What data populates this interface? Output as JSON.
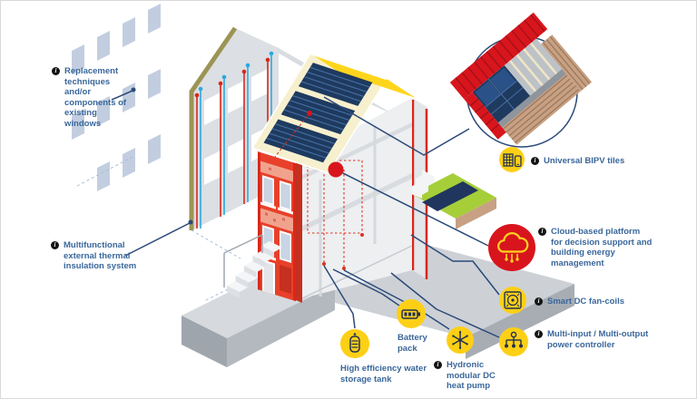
{
  "page": {
    "description": "Isometric building-renovation energy system infographic",
    "background": "#ffffff",
    "border": "#d9d9d9"
  },
  "palette": {
    "label_text": "#3A679B",
    "connector_navy": "#2B4A78",
    "accent_red": "#D8151D",
    "accent_yellow": "#FDD016",
    "facade_red": "#E8402A",
    "facade_salmon": "#F1A28D",
    "roof_yellow": "#FFD51C",
    "pv_navy": "#1E3A5F",
    "grass_green": "#A6CE39",
    "soil_tan": "#C8A083",
    "insulation_olive": "#9C9455",
    "pipe_blue": "#2BA9E0",
    "pipe_red": "#D8281B"
  },
  "misc": {
    "info_glyph": "i"
  },
  "labels": {
    "windows": {
      "text": "Replacement techniques and/or components of existing windows"
    },
    "insulation": {
      "text": "Multifunctional external thermal insulation system"
    },
    "bipv": {
      "text": "Universal BIPV tiles"
    },
    "cloud": {
      "text": "Cloud-based platform for decision support and building energy management"
    },
    "fancoils": {
      "text": "Smart DC fan-coils"
    },
    "controller": {
      "text": "Multi-input / Multi-output power controller"
    },
    "battery": {
      "text": "Battery pack"
    },
    "tank": {
      "text": "High efficiency water storage tank"
    },
    "heatpump": {
      "text": "Hydronic modular DC heat pump"
    }
  },
  "icons": [
    {
      "name": "info-icon"
    },
    {
      "name": "bipv-tiles-icon"
    },
    {
      "name": "cloud-platform-icon"
    },
    {
      "name": "fan-coil-icon"
    },
    {
      "name": "power-controller-icon"
    },
    {
      "name": "battery-icon"
    },
    {
      "name": "water-tank-icon"
    },
    {
      "name": "heat-pump-snowflake-icon"
    },
    {
      "name": "magnifier-circle"
    }
  ]
}
